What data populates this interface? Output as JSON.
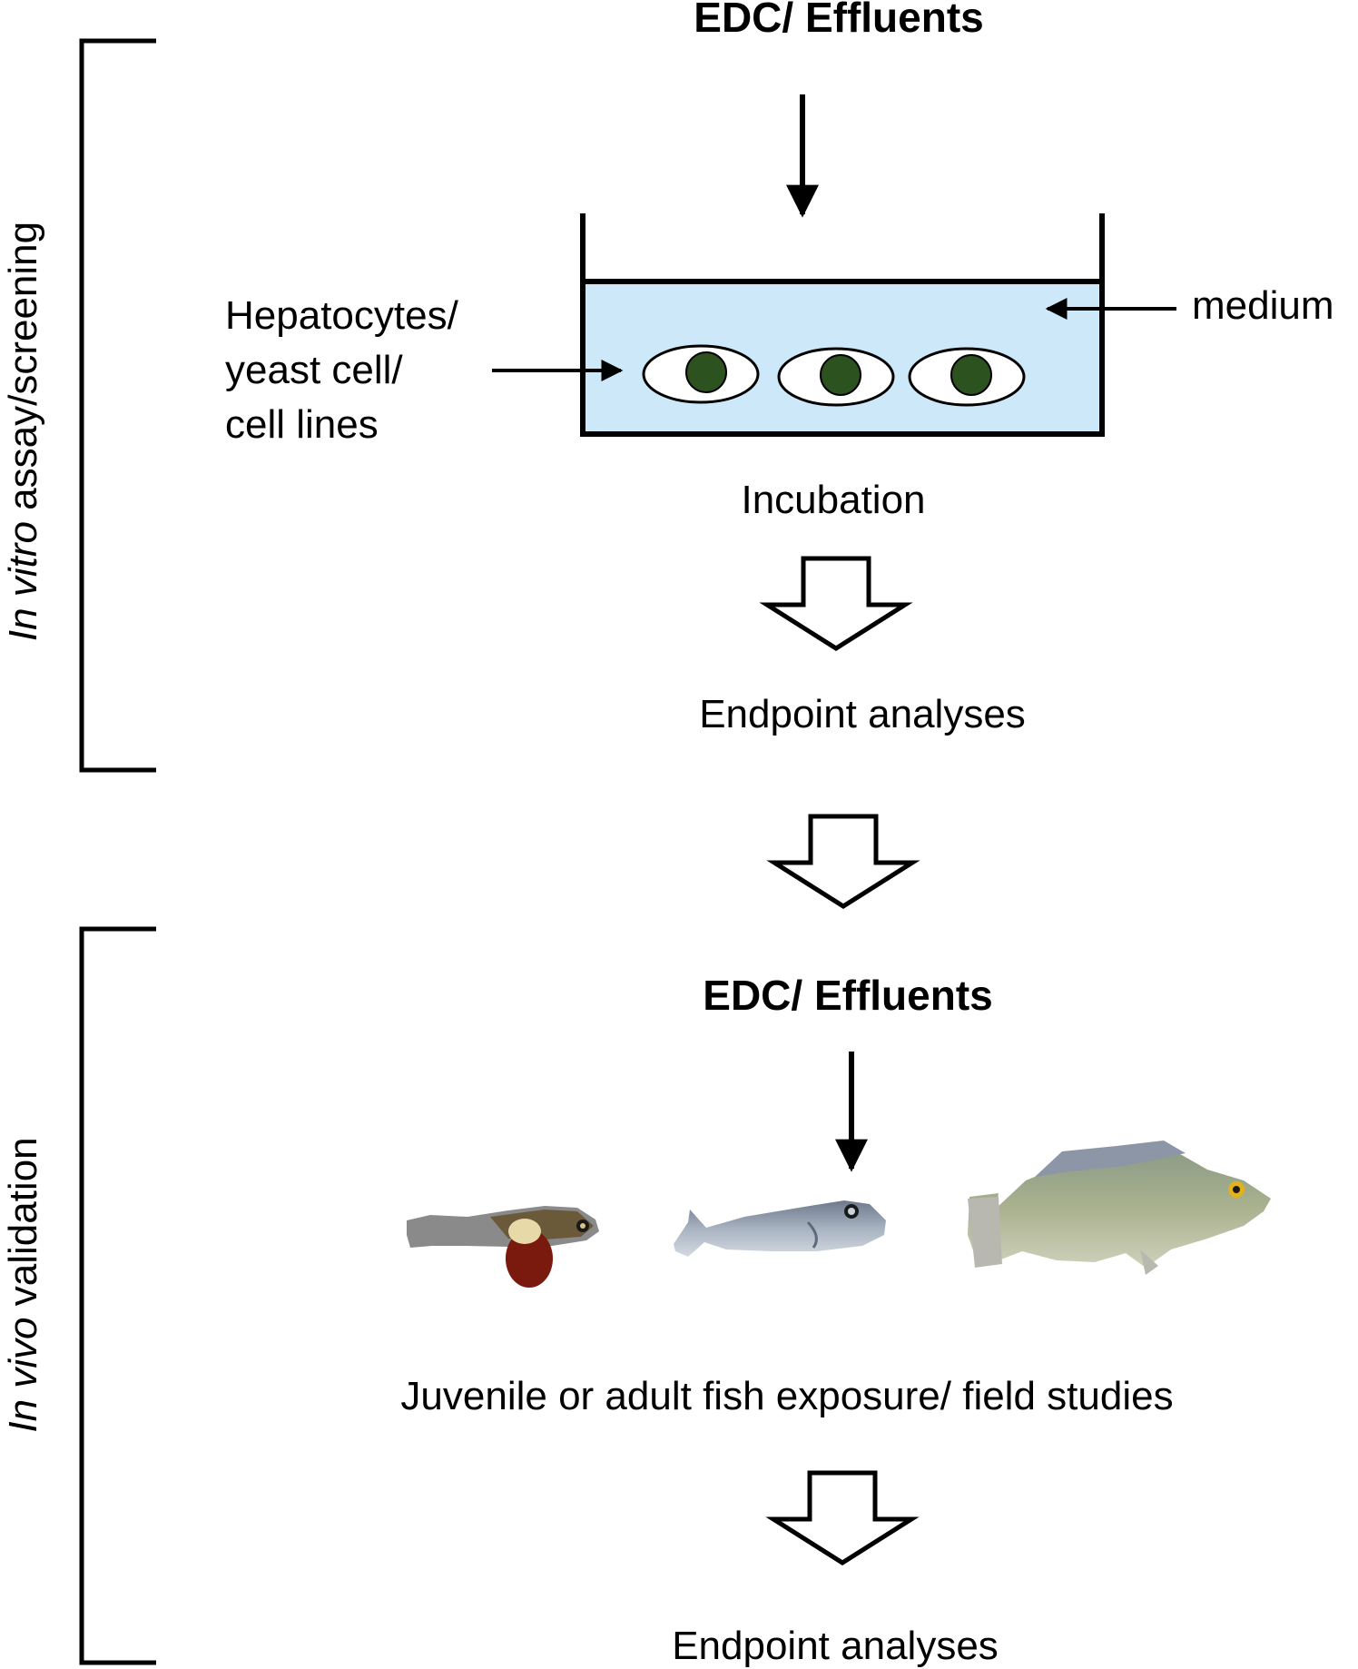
{
  "sections": {
    "in_vitro": {
      "side_label_italic": "In vitro",
      "side_label_rest": " assay/screening",
      "input_label": "EDC/ Effluents",
      "cells_label_lines": [
        "Hepatocytes/",
        "yeast cell/",
        "cell lines"
      ],
      "medium_label": "medium",
      "step_label": "Incubation",
      "endpoint_label": "Endpoint analyses"
    },
    "in_vivo": {
      "side_label_italic": "In vivo",
      "side_label_rest": " validation",
      "input_label": "EDC/ Effluents",
      "exposure_label": "Juvenile or adult fish exposure/ field studies",
      "endpoint_label": "Endpoint analyses"
    }
  },
  "colors": {
    "medium_fill": "#cde8f8",
    "nucleus": "#2c5220",
    "line": "#000000"
  }
}
